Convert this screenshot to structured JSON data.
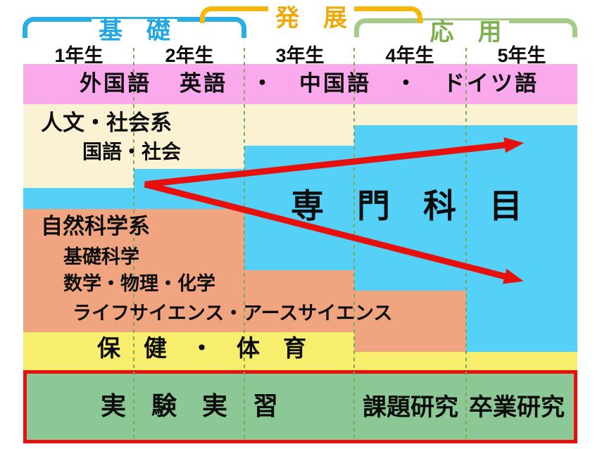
{
  "header": {
    "brackets": [
      {
        "id": "basic",
        "label": "基　礎",
        "color": "#2BAEE4"
      },
      {
        "id": "develop",
        "label": "発　展",
        "color": "#F5B70A"
      },
      {
        "id": "applied",
        "label": "応　用",
        "color": "#7DB04E"
      }
    ],
    "years": [
      "1年生",
      "2年生",
      "3年生",
      "4年生",
      "5年生"
    ]
  },
  "bands": {
    "foreign_language": {
      "heading": "外国語",
      "items": "英語　・　中国語　・　ドイツ語"
    },
    "humanities": {
      "title": "人文・社会系",
      "sub": "国語・社会"
    },
    "specialized": {
      "label": "専　門　科　目"
    },
    "natural_science": {
      "title": "自然科学系",
      "lines": [
        "基礎科学",
        "数学・物理・化学",
        "ライフサイエンス・アースサイエンス"
      ]
    },
    "health": {
      "label": "保　健　・　体　育"
    },
    "practice": {
      "experiments": "実　験　実　習",
      "themed_research": "課題研究",
      "graduation_research": "卒業研究"
    }
  },
  "colors": {
    "bracket_basic": "#2BAEE4",
    "bracket_develop": "#F5B70A",
    "bracket_applied_line": "#A5CC86",
    "bracket_applied_text": "#7DB04E",
    "band_foreign_pink": "#F9A9EC",
    "band_humanities_cream": "#FBF2D4",
    "band_specialized_blue": "#55D1F8",
    "band_natural_orange": "#F0A480",
    "band_health_yellow": "#F7EE6E",
    "band_practice_green": "#8CC796",
    "accent_red": "#E8100C",
    "divider_dashed_green": "#7CA85A",
    "text_black": "#0D0D0D"
  }
}
